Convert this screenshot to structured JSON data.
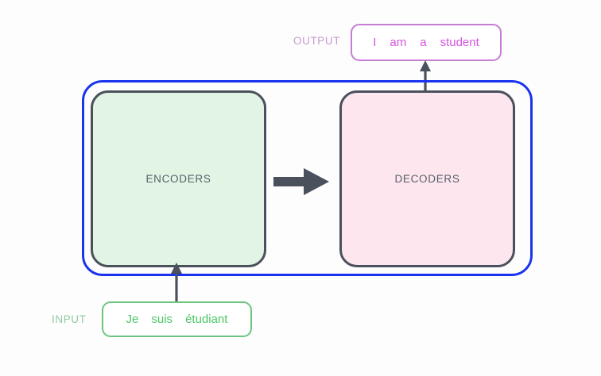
{
  "diagram": {
    "background_color": "#fdfdfd",
    "output": {
      "label": "OUTPUT",
      "label_color": "#c79ad0",
      "border_color": "#c77dd4",
      "text_color": "#d455e0",
      "tokens": [
        "I",
        "am",
        "a",
        "student"
      ]
    },
    "input": {
      "label": "INPUT",
      "label_color": "#93c9a0",
      "border_color": "#6cc47f",
      "text_color": "#4cc764",
      "tokens": [
        "Je",
        "suis",
        "étudiant"
      ]
    },
    "frame": {
      "name": "transformer-model-frame",
      "border_color": "#1a33ee"
    },
    "blocks": [
      {
        "id": "encoders",
        "label": "ENCODERS",
        "fill_color": "#e2f5e4",
        "border_color": "#4a515c"
      },
      {
        "id": "decoders",
        "label": "DECODERS",
        "fill_color": "#fde6ee",
        "border_color": "#4a515c"
      }
    ],
    "arrows": [
      {
        "id": "input-to-encoders",
        "direction": "up",
        "color": "#4a515c"
      },
      {
        "id": "encoders-to-decoders",
        "direction": "right",
        "color": "#4a515c"
      },
      {
        "id": "decoders-to-output",
        "direction": "up",
        "color": "#4a515c"
      }
    ]
  }
}
